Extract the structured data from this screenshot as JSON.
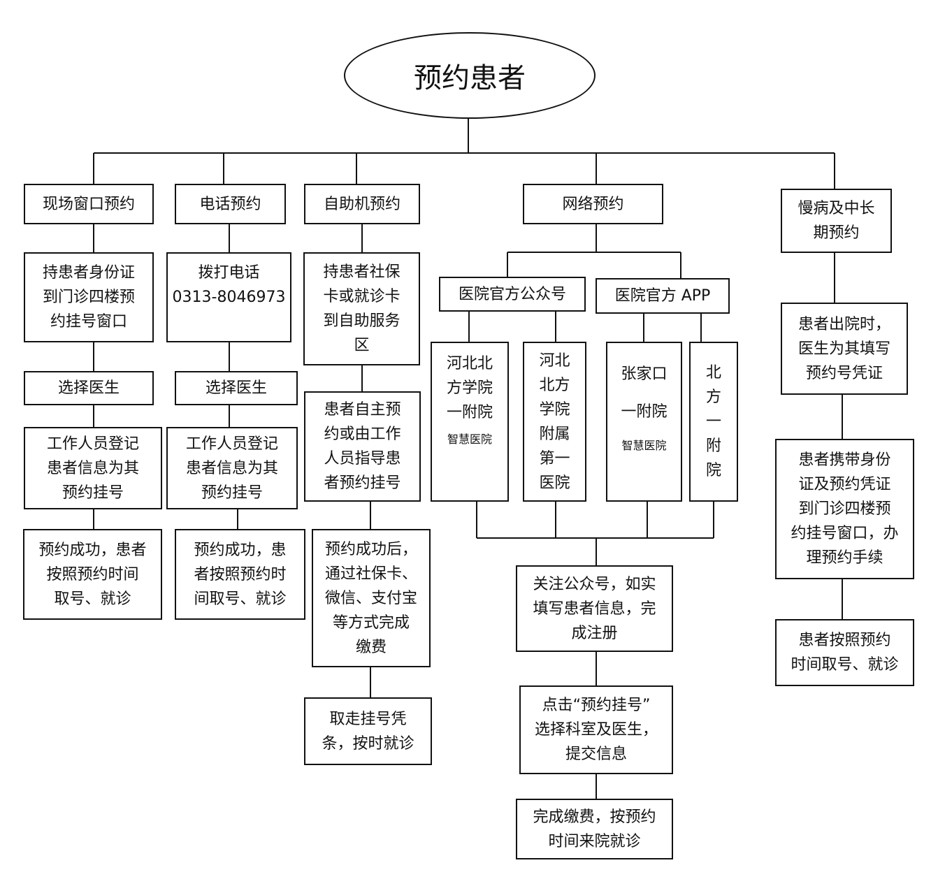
{
  "root": "预约患者",
  "onsite": {
    "title": "现场窗口预约",
    "step1": [
      "持患者身份证",
      "到门诊四楼预",
      "约挂号窗口"
    ],
    "step2": "选择医生",
    "step3": [
      "工作人员登记",
      "患者信息为其",
      "预约挂号"
    ],
    "step4": [
      "预约成功，患者",
      "按照预约时间",
      "取号、就诊"
    ]
  },
  "phone": {
    "title": "电话预约",
    "step1": [
      "拨打电话",
      "0313-8046973"
    ],
    "step2": "选择医生",
    "step3": [
      "工作人员登记",
      "患者信息为其",
      "预约挂号"
    ],
    "step4": [
      "预约成功，患",
      "者按照预约时",
      "间取号、就诊"
    ]
  },
  "kiosk": {
    "title": "自助机预约",
    "step1": [
      "持患者社保",
      "卡或就诊卡",
      "到自助服务",
      "区"
    ],
    "step2": [
      "患者自主预",
      "约或由工作",
      "人员指导患",
      "者预约挂号"
    ],
    "step3": [
      "预约成功后，",
      "通过社保卡、",
      "微信、支付宝",
      "等方式完成",
      "缴费"
    ],
    "step4": [
      "取走挂号凭",
      "条，按时就诊"
    ]
  },
  "online": {
    "title": "网络预约",
    "wechat": "医院官方公众号",
    "app": "医院官方 APP",
    "wechat_a": [
      "河北北",
      "方学院",
      "一附院"
    ],
    "wechat_a_sub": "智慧医院",
    "wechat_b": [
      "河北",
      "北方",
      "学院",
      "附属",
      "第一",
      "医院"
    ],
    "app_a": [
      "张家口",
      "一附院"
    ],
    "app_a_sub": "智慧医院",
    "app_b": [
      "北",
      "方",
      "一",
      "附",
      "院"
    ],
    "step1": [
      "关注公众号，如实",
      "填写患者信息，完",
      "成注册"
    ],
    "step2": [
      "点击“预约挂号”",
      "选择科室及医生，",
      "提交信息"
    ],
    "step3": [
      "完成缴费，按预约",
      "时间来院就诊"
    ]
  },
  "chronic": {
    "title": [
      "慢病及中长",
      "期预约"
    ],
    "step1": [
      "患者出院时，",
      "医生为其填写",
      "预约号凭证"
    ],
    "step2": [
      "患者携带身份",
      "证及预约凭证",
      "到门诊四楼预",
      "约挂号窗口，办",
      "理预约手续"
    ],
    "step3": [
      "患者按照预约",
      "时间取号、就诊"
    ]
  }
}
